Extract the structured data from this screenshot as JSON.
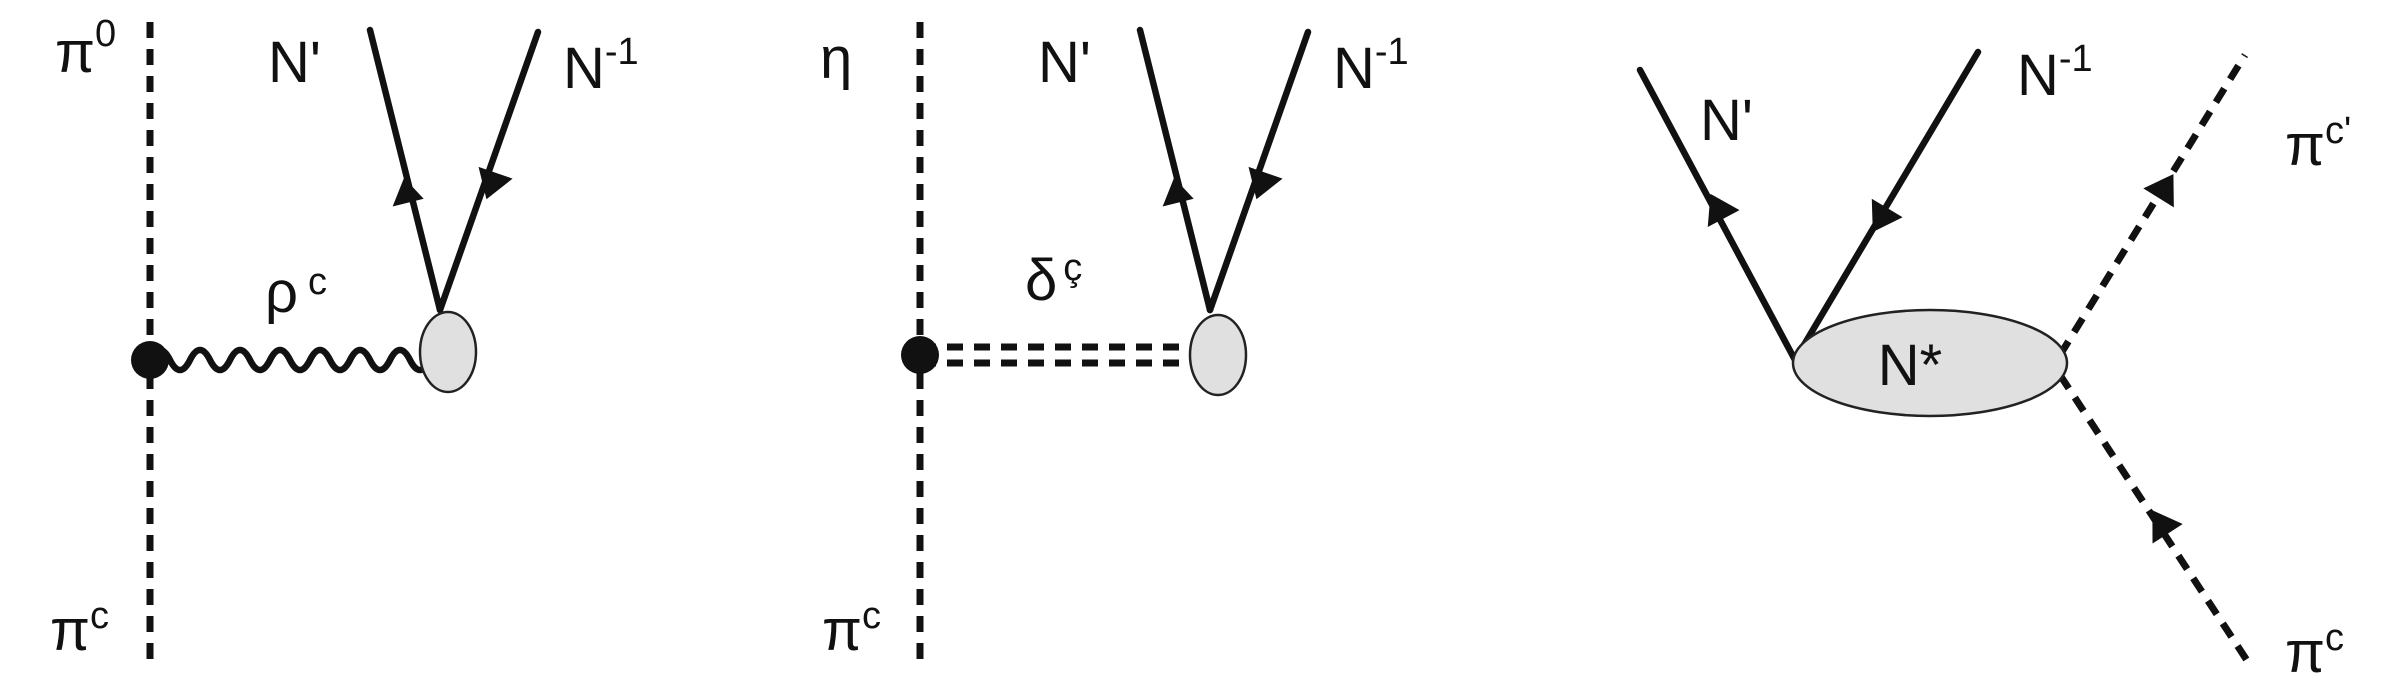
{
  "diagram1": {
    "pi0": "π",
    "pi0_sup": "0",
    "np": "N'",
    "nm": "N",
    "nm_sup": "-1",
    "rho": "ρ",
    "rho_sup": "c",
    "pic": "π",
    "pic_sup": "c"
  },
  "diagram2": {
    "eta": "η",
    "np": "N'",
    "nm": "N",
    "nm_sup": "-1",
    "delta": "δ",
    "delta_sup": "ç",
    "pic": "π",
    "pic_sup": "c"
  },
  "diagram3": {
    "np": "N'",
    "nm": "N",
    "nm_sup": "-1",
    "nstar": "N*",
    "pic_out": "π",
    "pic_out_sup": "c'",
    "pic_in": "π",
    "pic_in_sup": "c"
  }
}
